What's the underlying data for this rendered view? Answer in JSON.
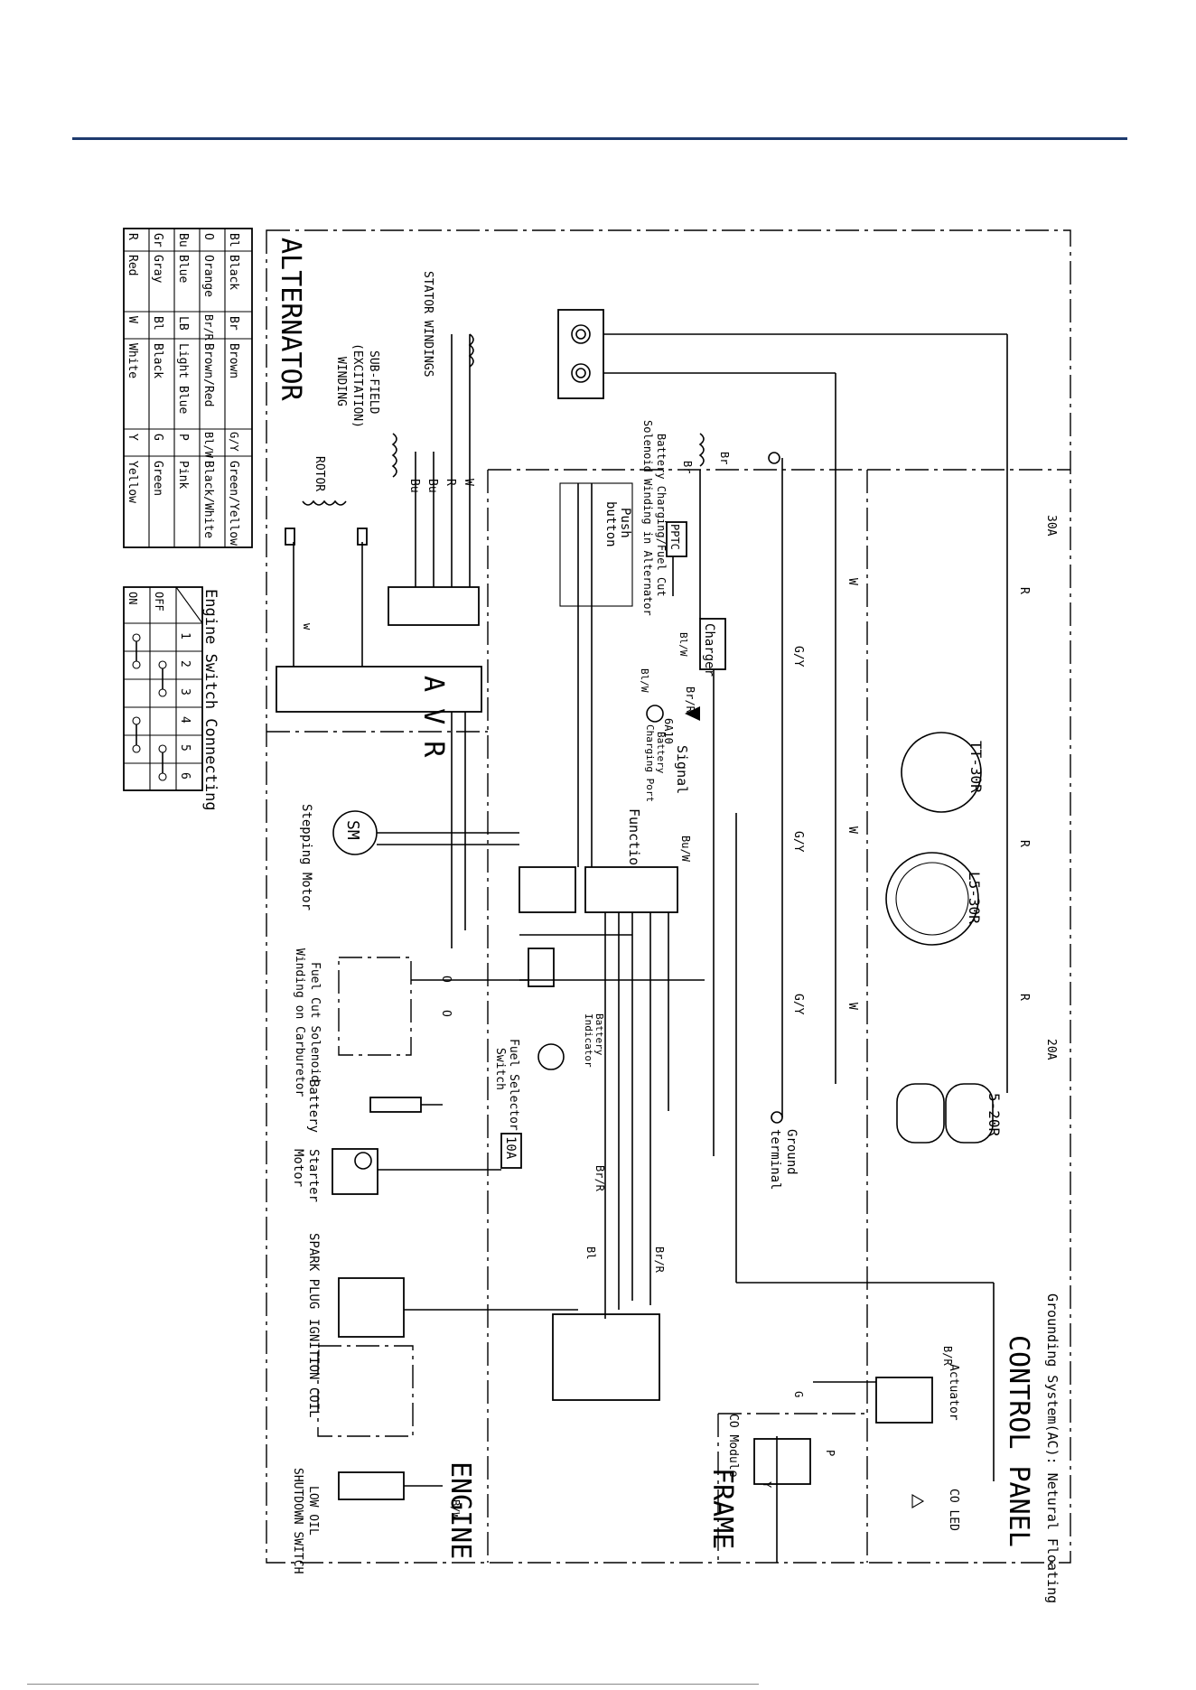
{
  "sections": {
    "alternator": "ALTERNATOR",
    "control_panel": "CONTROL PANEL",
    "engine": "ENGINE",
    "frame": "FRAME",
    "grounding": "Grounding System(AC): Netural Floating"
  },
  "components": {
    "stator": "STATOR WINDINGS",
    "subfield_1": "SUB-FIELD",
    "subfield_2": "(EXCITATION)",
    "subfield_3": "WINDING",
    "rotor": "ROTOR",
    "avr": "A V R",
    "breaker_30a": "30A",
    "breaker_20a": "20A",
    "tt30r": "TT-30R",
    "l530r": "L5-30R",
    "r520r": "5-20R",
    "ground_terminal_1": "Ground",
    "ground_terminal_2": "terminal",
    "charger": "Charger",
    "pptc": "PPTC",
    "batt_wind_1": "Battery Charging/Fuel Cut",
    "batt_wind_2": "Solenoid Winding in Alternator",
    "push_1": "Push",
    "push_2": "button",
    "diode": "6A10",
    "charge_port_1": "Battery",
    "charge_port_2": "Charging Port",
    "signal": "Signal",
    "function": "Function",
    "stepping_motor": "Stepping Motor",
    "sm": "SM",
    "fuel_cut_1": "Fuel Cut Solenoid",
    "fuel_cut_2": "Winding on Carburetor",
    "battery_indicator_1": "Battery",
    "battery_indicator_2": "Indicator",
    "fuel_selector_1": "Fuel Selector",
    "fuel_selector_2": "Switch",
    "battery": "Battery",
    "fuse_10a": "10A",
    "starter_1": "Starter",
    "starter_2": "Motor",
    "spark_plug": "SPARK PLUG",
    "ignition_coil": "IGNITION COIL",
    "low_oil_1": "LOW OIL",
    "low_oil_2": "SHUTDOWN SWITCH",
    "actuator": "Actuator",
    "co_module": "CO Module",
    "co_led": "CO LED"
  },
  "color_legend": [
    {
      "code": "Bl",
      "name": "Black"
    },
    {
      "code": "O",
      "name": "Orange"
    },
    {
      "code": "Bu",
      "name": "Blue"
    },
    {
      "code": "Gr",
      "name": "Gray"
    },
    {
      "code": "R",
      "name": "Red"
    },
    {
      "code": "Br",
      "name": "Brown"
    },
    {
      "code": "Br/R",
      "name": "Brown/Red"
    },
    {
      "code": "LB",
      "name": "Light Blue"
    },
    {
      "code": "Bl",
      "name": "Black"
    },
    {
      "code": "W",
      "name": "White"
    },
    {
      "code": "G/Y",
      "name": "Green/Yellow"
    },
    {
      "code": "Bl/W",
      "name": "Black/White"
    },
    {
      "code": "P",
      "name": "Pink"
    },
    {
      "code": "G",
      "name": "Green"
    },
    {
      "code": "Y",
      "name": "Yellow"
    }
  ],
  "engine_switch": {
    "title": "Engine Switch Connecting",
    "rows": [
      "OFF",
      "ON"
    ],
    "columns": [
      "1",
      "2",
      "3",
      "4",
      "5",
      "6"
    ]
  },
  "wire_labels": [
    "R",
    "W",
    "Br",
    "Bu",
    "G/Y",
    "Bl/W",
    "Br/R",
    "O",
    "Bl",
    "B/W",
    "G",
    "Y",
    "P",
    "B/R",
    "Bu/W",
    "w"
  ]
}
